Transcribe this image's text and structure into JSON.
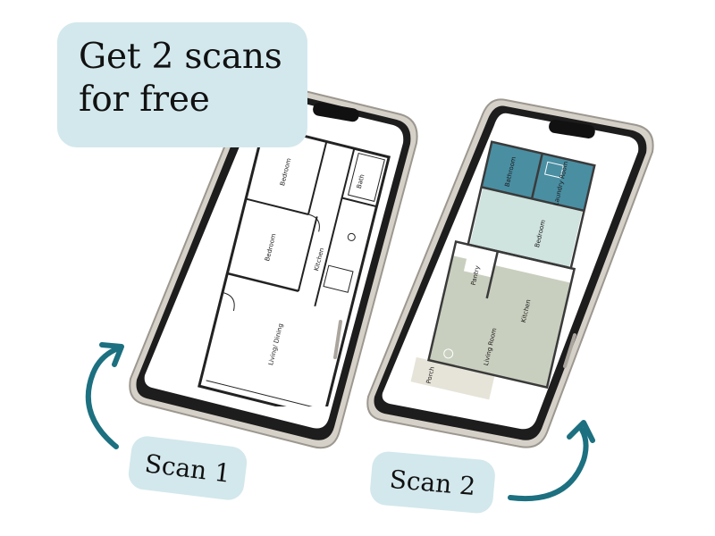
{
  "headline": {
    "line1": "Get 2 scans",
    "line2": "for free"
  },
  "scans": [
    {
      "label": "Scan 1"
    },
    {
      "label": "Scan 2"
    }
  ],
  "plan_left": {
    "rooms": [
      "Bath",
      "Bedroom",
      "Bedroom",
      "Kitchen",
      "Living/ Dining"
    ]
  },
  "plan_right": {
    "rooms": [
      "Bathroom",
      "Laundry Room",
      "Bedroom",
      "Pantry",
      "Kitchen",
      "Living Room",
      "Porch"
    ]
  },
  "colors": {
    "pill_bg": "#d3e8ec",
    "arrow": "#1c7080",
    "bathroom_zone": "#4a8ea2",
    "bedroom_zone": "#cfe3df",
    "living_zone": "#c9cfbf",
    "porch_zone": "#e6e3d8"
  },
  "icons": [
    "curved-arrow-icon",
    "phone-device",
    "floor-plan"
  ]
}
